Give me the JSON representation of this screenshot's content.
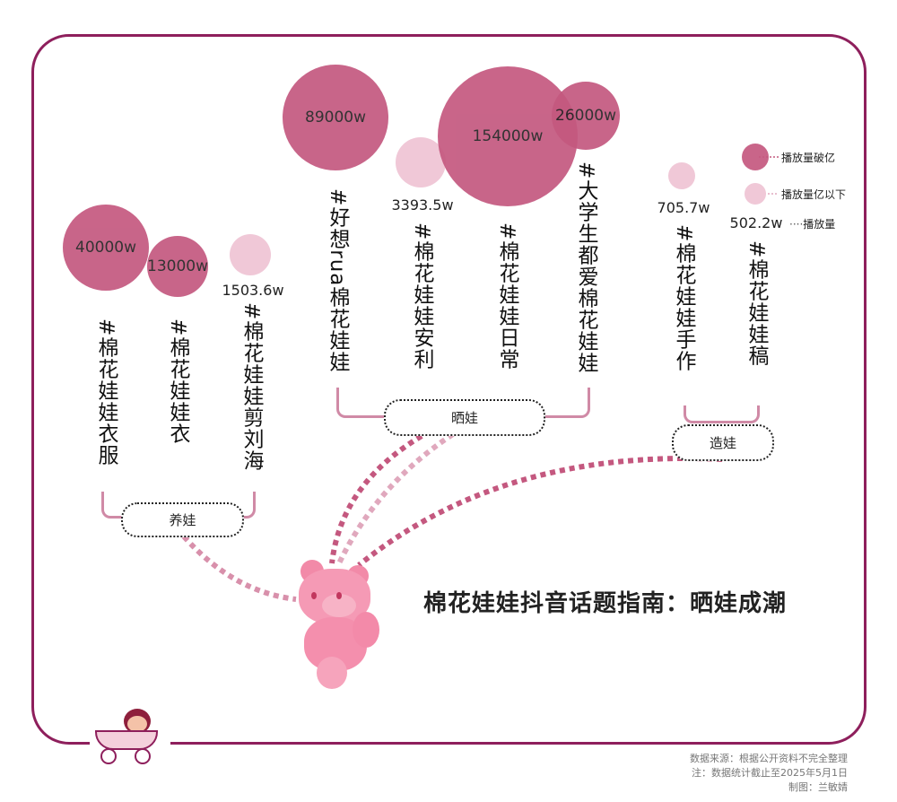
{
  "title": "棉花娃娃抖音话题指南：晒娃成潮",
  "legend": {
    "high": "播放量破亿",
    "low": "播放量亿以下",
    "count": "播放量",
    "example_value": "502.2w"
  },
  "source": [
    "数据来源：根据公开资料不完全整理",
    "注：数据统计截止至2025年5月1日",
    "制图：兰敏婧"
  ],
  "colors": {
    "high": "#c4587f",
    "low": "#f0c8d7",
    "frame": "#8e1f5c"
  },
  "chart_data": {
    "type": "bubble",
    "title": "棉花娃娃抖音话题指南：晒娃成潮",
    "unit": "w (万次播放)",
    "groups": [
      {
        "name": "养娃",
        "topics": [
          {
            "name": "#棉花娃娃衣服",
            "value": 40000,
            "label": "40000w",
            "class": "high"
          },
          {
            "name": "#棉花娃娃衣",
            "value": 13000,
            "label": "13000w",
            "class": "high"
          },
          {
            "name": "#棉花娃娃剪刘海",
            "value": 1503.6,
            "label": "1503.6w",
            "class": "low"
          }
        ]
      },
      {
        "name": "晒娃",
        "topics": [
          {
            "name": "#好想rua棉花娃娃",
            "value": 89000,
            "label": "89000w",
            "class": "high"
          },
          {
            "name": "#棉花娃娃安利",
            "value": 3393.5,
            "label": "3393.5w",
            "class": "low"
          },
          {
            "name": "#棉花娃娃日常",
            "value": 154000,
            "label": "154000w",
            "class": "high"
          },
          {
            "name": "#大学生都爱棉花娃娃",
            "value": 26000,
            "label": "26000w",
            "class": "high"
          }
        ]
      },
      {
        "name": "造娃",
        "topics": [
          {
            "name": "#棉花娃娃手作",
            "value": 705.7,
            "label": "705.7w",
            "class": "low"
          },
          {
            "name": "#棉花娃娃稿",
            "value": 502.2,
            "label": "502.2w",
            "class": "none"
          }
        ]
      }
    ]
  }
}
